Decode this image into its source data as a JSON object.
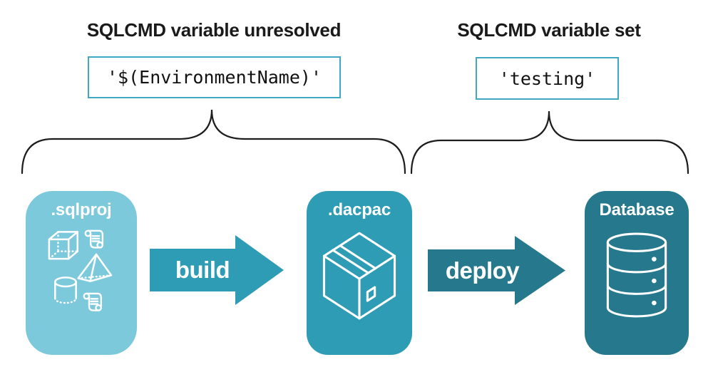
{
  "annotations": {
    "unresolved": {
      "heading": "SQLCMD variable unresolved",
      "value": "'$(EnvironmentName)'"
    },
    "set": {
      "heading": "SQLCMD variable set",
      "value": "'testing'"
    }
  },
  "pipeline": {
    "nodes": [
      {
        "id": "sqlproj",
        "label": ".sqlproj",
        "color": "#7cc9dc",
        "icon": "sql-objects-icon"
      },
      {
        "id": "dacpac",
        "label": ".dacpac",
        "color": "#2f9cb5",
        "icon": "package-box-icon"
      },
      {
        "id": "database",
        "label": "Database",
        "color": "#26798c",
        "icon": "database-cylinder-icon"
      }
    ],
    "arrows": [
      {
        "id": "build",
        "label": "build",
        "color": "#2f9cb5"
      },
      {
        "id": "deploy",
        "label": "deploy",
        "color": "#26798c"
      }
    ]
  },
  "colors": {
    "background": "#ffffff",
    "code_box_border": "#41a8c4",
    "heading_text": "#1a1a1a",
    "brace_stroke": "#1d1d1d",
    "icon_stroke": "#ffffff"
  }
}
